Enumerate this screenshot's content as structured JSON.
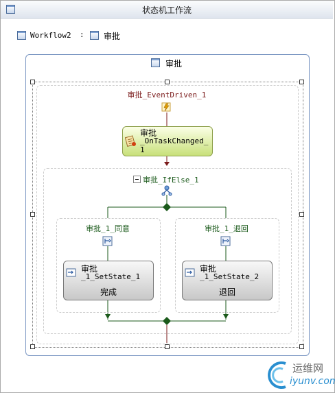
{
  "window": {
    "title": "状态机工作流"
  },
  "breadcrumb": {
    "workflow": "Workflow2",
    "separator": ":",
    "state": "审批"
  },
  "state": {
    "title": "审批",
    "event_driven": {
      "label": "审批_EventDriven_1",
      "activity": {
        "line1": "审批",
        "line2": "_OnTaskChanged_",
        "line3": "1"
      },
      "if_else": {
        "label": "审批_IfElse_1",
        "branches": [
          {
            "label": "审批_1_同意",
            "activity_line1": "审批",
            "activity_line2": "_1_SetState_1",
            "target": "完成"
          },
          {
            "label": "审批_1_退回",
            "activity_line1": "审批",
            "activity_line2": "_1_SetState_2",
            "target": "退回"
          }
        ]
      }
    }
  },
  "watermark": {
    "text1": "运维网",
    "text2": "iyunv.com"
  }
}
